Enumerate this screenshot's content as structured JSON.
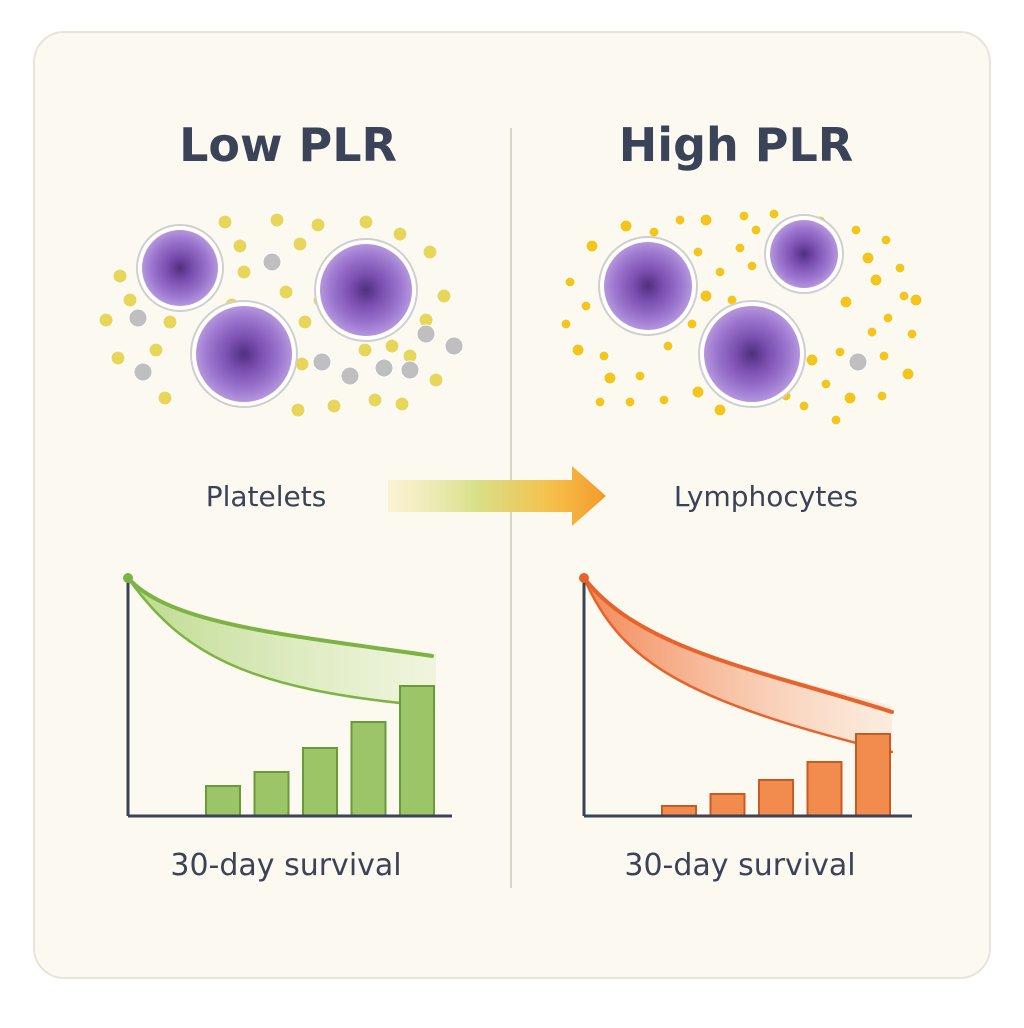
{
  "panels": [
    {
      "title": "Low PLR",
      "caption": "30-day survival",
      "curve_color": "#7cb342",
      "bar_color": "#9bc566",
      "bar_stroke": "#6a9a3a",
      "bar_values": [
        0.15,
        0.22,
        0.34,
        0.47,
        0.65
      ]
    },
    {
      "title": "High PLR",
      "caption": "30-day survival",
      "curve_color": "#e8622c",
      "bar_color": "#f28b4e",
      "bar_stroke": "#c95a22",
      "bar_values": [
        0.05,
        0.11,
        0.18,
        0.27,
        0.41
      ]
    }
  ],
  "legend": {
    "left": "Platelets",
    "right": "Lymphocytes"
  },
  "colors": {
    "card_bg": "#fcf9f1",
    "card_border": "#e9e4d8",
    "lymphocyte": "#9b6fc9",
    "platelet": "#e7d65a",
    "platelet_bright": "#f4c51c",
    "grey_cell": "#bfbfbf",
    "axis": "#3a4358"
  }
}
